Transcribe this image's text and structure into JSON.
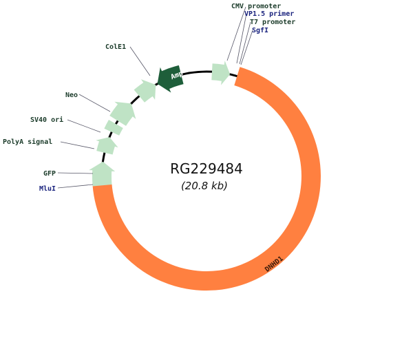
{
  "plasmid": {
    "name": "RG229484",
    "size": "(20.8 kb)",
    "insert": "DNHD1"
  },
  "features": {
    "amp": "Amp",
    "cmv": "CMV promoter",
    "vp15": "VP1.5 primer",
    "t7": "T7 promoter",
    "sgfi": "SgfI",
    "cole1": "ColE1",
    "neo": "Neo",
    "sv40": "SV40 ori",
    "polya": "PolyA signal",
    "gfp": "GFP",
    "mlui": "MluI"
  },
  "colors": {
    "insert": "#ff8040",
    "feature": "#bfe3c5",
    "amp": "#1e5e3a",
    "feature_label": "#1b3b2a",
    "site_label": "#1a237e",
    "backbone": "#000000"
  }
}
